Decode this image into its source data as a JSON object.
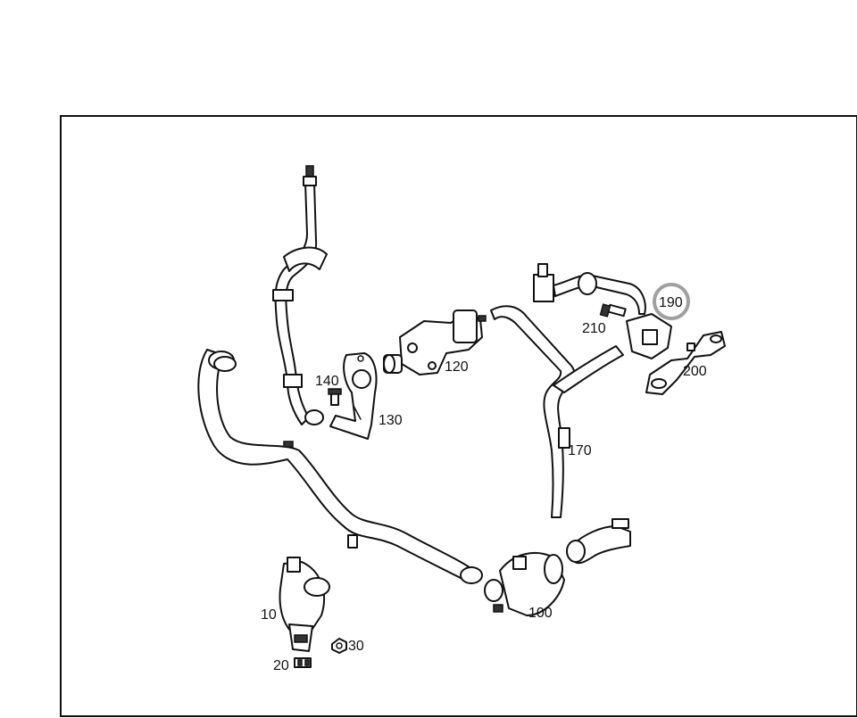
{
  "diagram": {
    "labels": {
      "p10": "10",
      "p20": "20",
      "p30": "30",
      "p100": "100",
      "p120": "120",
      "p130": "130",
      "p140": "140",
      "p170": "170",
      "p190": "190",
      "p200": "200",
      "p210": "210"
    },
    "highlighted_part": "190",
    "colors": {
      "line": "#111111",
      "highlight_ring": "#a0a0a0",
      "background": "#ffffff"
    }
  }
}
